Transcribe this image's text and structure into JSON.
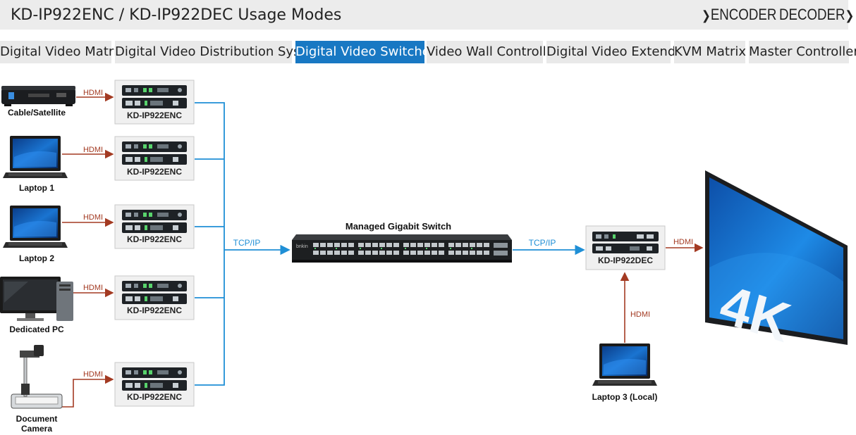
{
  "header": {
    "title": "KD-IP922ENC / KD-IP922DEC Usage Modes",
    "encoder_label": "ENCODER",
    "decoder_label": "DECODER",
    "encoder_icon": "chevron-right-icon",
    "decoder_icon": "chevron-right-icon"
  },
  "tabs": [
    {
      "label": "Digital Video Matrix",
      "active": false
    },
    {
      "label": "Digital Video Distribution System",
      "active": false
    },
    {
      "label": "Digital Video Switcher",
      "active": true
    },
    {
      "label": "Video Wall Controller",
      "active": false
    },
    {
      "label": "Digital Video Extender",
      "active": false
    },
    {
      "label": "KVM Matrix",
      "active": false
    },
    {
      "label": "Master Controller",
      "active": false
    }
  ],
  "colors": {
    "accent": "#1878c3",
    "hdmi_line": "#a33a22",
    "tcp_line": "#1f8fd6",
    "tab_bg": "#e9e9e9"
  },
  "diagram": {
    "sources": [
      {
        "label": "Cable/Satellite",
        "link": "HDMI",
        "device": "KD-IP922ENC",
        "icon": "set-top-box-icon"
      },
      {
        "label": "Laptop 1",
        "link": "HDMI",
        "device": "KD-IP922ENC",
        "icon": "laptop-icon"
      },
      {
        "label": "Laptop 2",
        "link": "HDMI",
        "device": "KD-IP922ENC",
        "icon": "laptop-icon"
      },
      {
        "label": "Dedicated PC",
        "link": "HDMI",
        "device": "KD-IP922ENC",
        "icon": "desktop-pc-icon"
      },
      {
        "label": "Document Camera",
        "link": "HDMI",
        "device": "KD-IP922ENC",
        "icon": "document-camera-icon"
      }
    ],
    "switch_label": "Managed Gigabit Switch",
    "tcp_left": "TCP/IP",
    "tcp_right": "TCP/IP",
    "decoder": "KD-IP922DEC",
    "display_link": "HDMI",
    "display_text": "4K",
    "local_link": "HDMI",
    "local_label": "Laptop 3 (Local)",
    "switch_brand": "bnkin"
  }
}
